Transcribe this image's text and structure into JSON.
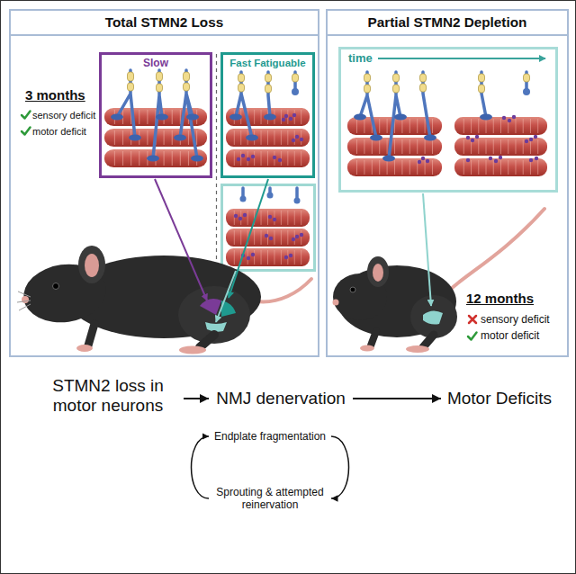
{
  "diagram": {
    "nodes": [
      {
        "text": [
          "Total STMN2 Loss",
          "3 months",
          "sensory deficit",
          "motor deficit"
        ]
      },
      {
        "text": [
          "Slow"
        ],
        "in": 0
      },
      {
        "text": [
          "Fast Fatiguable"
        ],
        "in": 0
      },
      {
        "text": [
          "Partial STMN2 Depletion",
          "12 months",
          "sensory deficit",
          "motor deficit"
        ]
      },
      {
        "text": [
          "time"
        ],
        "in": 3
      },
      {
        "text": [
          "STMN2 loss in motor neurons"
        ]
      },
      {
        "text": [
          "NMJ denervation"
        ]
      },
      {
        "text": [
          "Motor Deficits"
        ]
      },
      {
        "text": [
          "Endplate fragmentation"
        ]
      },
      {
        "text": [
          "Sprouting & attempted reinervation"
        ]
      }
    ],
    "edges": [
      {
        "from": 5,
        "to": 6,
        "arrow": "to"
      },
      {
        "from": 6,
        "to": 7,
        "arrow": "to"
      },
      {
        "from": 8,
        "to": 9,
        "arrow": "to"
      },
      {
        "from": 9,
        "to": 8,
        "arrow": "to"
      }
    ]
  }
}
